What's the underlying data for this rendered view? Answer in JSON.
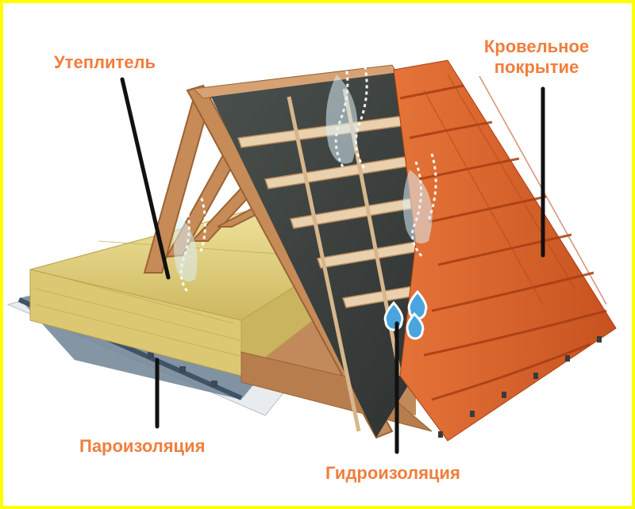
{
  "colors": {
    "label": "#f07e3c",
    "pointer": "#111111",
    "background_border": "#ffff00",
    "tile": "#d9602a",
    "tile_shadow": "#a83d14",
    "timber": "#c68b57",
    "timber_dark": "#9a6336",
    "insulation": "#e6d47f",
    "membrane": "#3b403e",
    "batten": "#e9c9a0",
    "vapor_film": "#7c8fa0"
  },
  "labels": {
    "insulation": "Утеплитель",
    "roofing_line1": "Кровельное",
    "roofing_line2": "покрытие",
    "vapor_barrier": "Пароизоляция",
    "waterproofing": "Гидроизоляция"
  },
  "icons": [
    "air-flow-icon",
    "water-drop-icon"
  ]
}
